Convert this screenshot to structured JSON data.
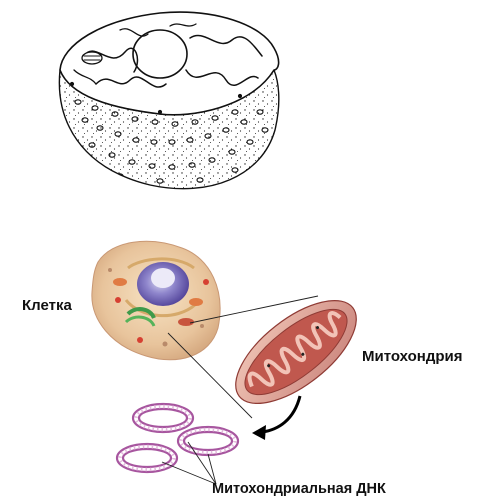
{
  "labels": {
    "cell": "Клетка",
    "mitochondrion": "Митохондрия",
    "mitochondrial_dna": "Митохондриальная ДНК"
  },
  "colors": {
    "text": "#111111",
    "cell_body": "#e9c9a3",
    "nucleus": "#6c5fb0",
    "mitochondrion": "#c45a4f",
    "dna_strand": "#9b5fa8",
    "arrow": "#000000"
  },
  "icons": {
    "sketch": "cell-sketch-icon",
    "cell": "animal-cell-icon",
    "mitochondrion": "mitochondrion-icon",
    "dna": "dna-ring-icon",
    "arrow": "curved-arrow-icon"
  }
}
